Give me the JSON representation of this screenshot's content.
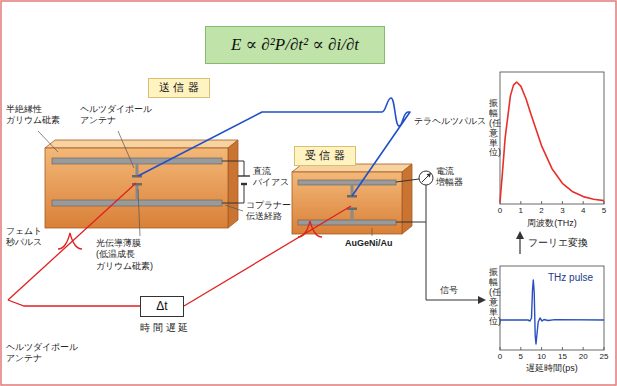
{
  "diagram": {
    "nodes": [
      {
        "text": [
          "E ∝ ∂²P/∂t² ∝ ∂i/∂t"
        ]
      },
      {
        "text": [
          "送 信 器"
        ]
      },
      {
        "text": [
          "受 信 器"
        ]
      },
      {
        "text": [
          "Δt"
        ]
      }
    ],
    "labels": [
      "半絶縁性 ガリウム砒素",
      "ヘルツダイポール アンテナ",
      "テラヘルツパルス",
      "直流 バイアス",
      "コプラナー 伝送経路",
      "フェムト 秒パルス",
      "光伝導薄膜(低温成長 ガリウム砒素)",
      "時 間 遅 延",
      "ヘルツダイポール アンテナ",
      "電流 増幅器",
      "AuGeNi/Au",
      "信号",
      "フーリエ変換",
      "振幅(任意単位)",
      "周波数(THz)",
      "0",
      "1",
      "2",
      "3",
      "4",
      "5",
      "振幅(任意単位)",
      "THz pulse",
      "遅延時間(ps)",
      "0",
      "5",
      "10",
      "15",
      "20",
      "25"
    ]
  }
}
